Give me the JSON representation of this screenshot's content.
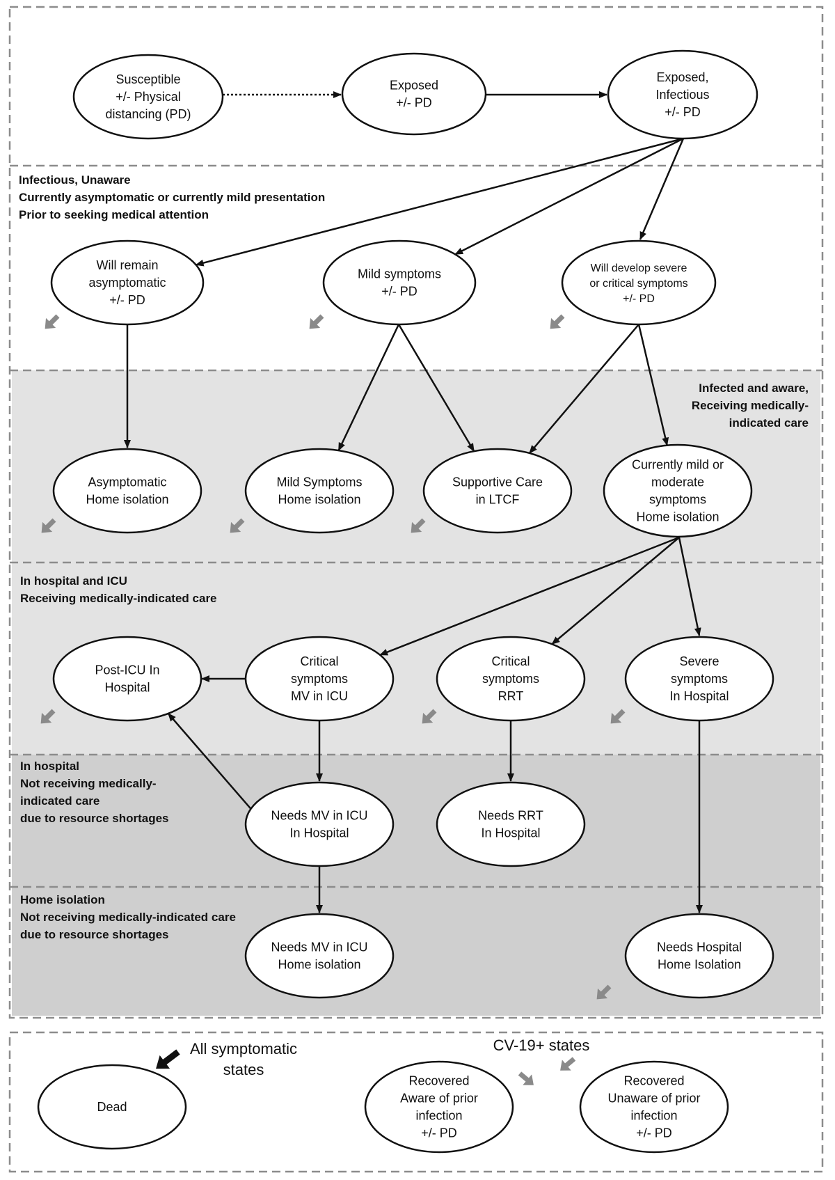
{
  "colors": {
    "band_light": "#e3e3e3",
    "band_dark": "#cfcfcf",
    "border_dash": "#8c8c8c",
    "arrow": "#111111",
    "grey_arrow": "#8a8a8a",
    "node_fill": "#ffffff",
    "node_stroke": "#111111"
  },
  "sections": {
    "infectious_unaware": [
      "Infectious, Unaware",
      "Currently asymptomatic or currently mild presentation",
      "Prior to seeking medical attention"
    ],
    "infected_aware": [
      "Infected and aware,",
      "Receiving medically-",
      "indicated care"
    ],
    "hospital_icu": [
      "In hospital and ICU",
      "Receiving medically-indicated care"
    ],
    "in_hospital_not_receiving": [
      "In hospital",
      "Not receiving medically-",
      "indicated care",
      "due to resource shortages"
    ],
    "home_isolation_not_receiving": [
      "Home isolation",
      "Not receiving medically-indicated care",
      "due to resource shortages"
    ]
  },
  "nodes": {
    "susceptible": [
      "Susceptible",
      "+/- Physical",
      "distancing (PD)"
    ],
    "exposed": [
      "Exposed",
      "+/- PD"
    ],
    "exposed_infectious": [
      "Exposed,",
      "Infectious",
      "+/- PD"
    ],
    "will_remain_asymptomatic": [
      "Will remain",
      "asymptomatic",
      "+/- PD"
    ],
    "mild_symptoms": [
      "Mild symptoms",
      "+/- PD"
    ],
    "will_develop_severe": [
      "Will develop severe",
      "or critical symptoms",
      "+/- PD"
    ],
    "asymptomatic_home": [
      "Asymptomatic",
      "Home isolation"
    ],
    "mild_symptoms_home": [
      "Mild Symptoms",
      "Home isolation"
    ],
    "supportive_care_ltcf": [
      "Supportive Care",
      "in LTCF"
    ],
    "currently_mild_moderate": [
      "Currently mild or",
      "moderate",
      "symptoms",
      "Home isolation"
    ],
    "post_icu": [
      "Post-ICU In",
      "Hospital"
    ],
    "critical_mv_icu": [
      "Critical",
      "symptoms",
      "MV in ICU"
    ],
    "critical_rrt": [
      "Critical",
      "symptoms",
      "RRT"
    ],
    "severe_in_hospital": [
      "Severe",
      "symptoms",
      "In Hospital"
    ],
    "needs_mv_icu_hospital": [
      "Needs MV in ICU",
      "In Hospital"
    ],
    "needs_rrt_hospital": [
      "Needs RRT",
      "In Hospital"
    ],
    "needs_mv_icu_home": [
      "Needs MV in ICU",
      "Home isolation"
    ],
    "needs_hospital_home": [
      "Needs Hospital",
      "Home Isolation"
    ],
    "dead": [
      "Dead"
    ],
    "recovered_aware": [
      "Recovered",
      "Aware of prior",
      "infection",
      "+/- PD"
    ],
    "recovered_unaware": [
      "Recovered",
      "Unaware of prior",
      "infection",
      "+/- PD"
    ]
  },
  "legend": {
    "all_symptomatic": [
      "All symptomatic",
      "states"
    ],
    "cv19_states": "CV-19+ states"
  }
}
